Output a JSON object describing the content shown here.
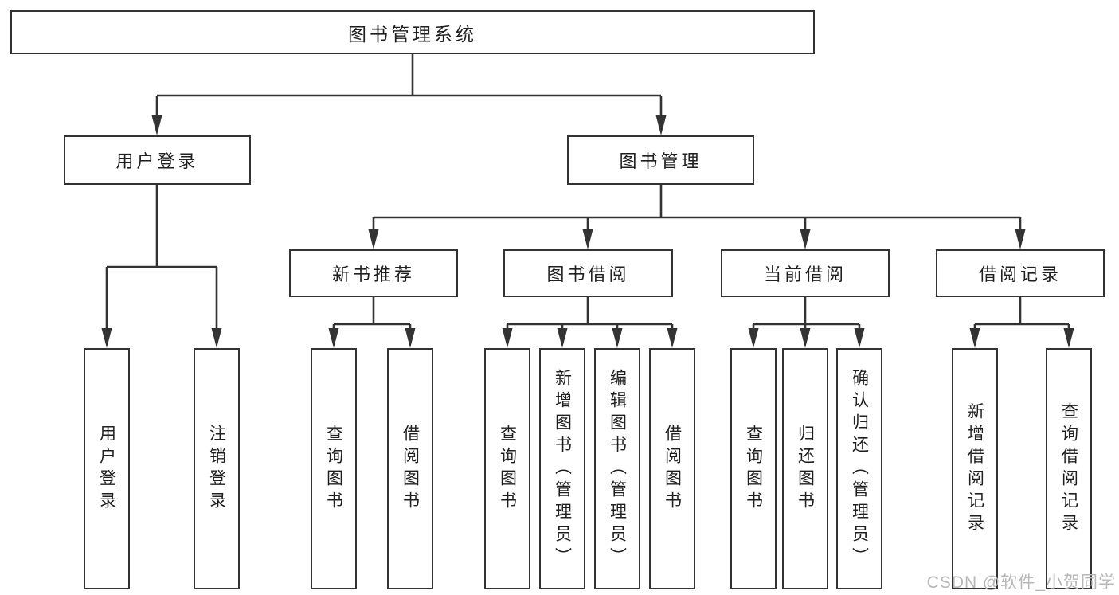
{
  "tree": {
    "root": "图书管理系统",
    "login": {
      "label": "用户登录",
      "children": [
        "用户登录",
        "注销登录"
      ]
    },
    "manage": {
      "label": "图书管理",
      "groups": [
        {
          "label": "新书推荐",
          "children": [
            "查询图书",
            "借阅图书"
          ]
        },
        {
          "label": "图书借阅",
          "children": [
            "查询图书",
            "新增图书（管理员）",
            "编辑图书（管理员）",
            "借阅图书"
          ]
        },
        {
          "label": "当前借阅",
          "children": [
            "查询图书",
            "归还图书",
            "确认归还（管理员）"
          ]
        },
        {
          "label": "借阅记录",
          "children": [
            "新增借阅记录",
            "查询借阅记录"
          ]
        }
      ]
    }
  },
  "watermark": "CSDN @软件_小贺同学",
  "colors": {
    "line": "#333333",
    "text": "#1f1f1f",
    "watermark": "#b7b7b7",
    "background": "#ffffff"
  }
}
